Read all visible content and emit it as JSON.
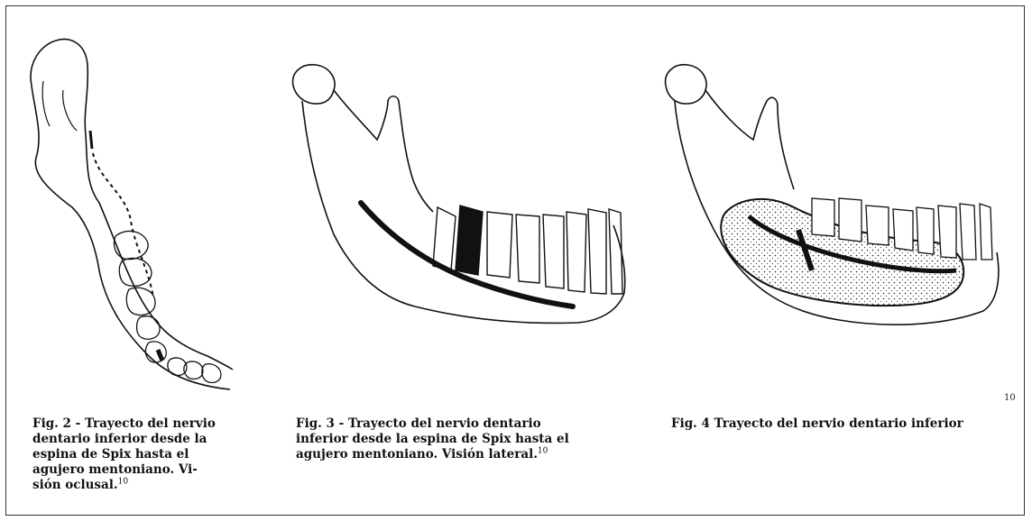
{
  "figures": [
    {
      "id": "fig2",
      "caption_label": "Fig. 2 -",
      "caption_lines": [
        "Trayecto del nervio",
        "dentario inferior desde la",
        "espina de Spix hasta el",
        "agujero mentoniano. Vi-",
        "sión oclusal."
      ],
      "ref": "10"
    },
    {
      "id": "fig3",
      "caption_label": "Fig. 3  -",
      "caption_lines": [
        "Trayecto del nervio dentario",
        "inferior desde la espina de Spix hasta el",
        "agujero mentoniano. Visión lateral."
      ],
      "ref": "10"
    },
    {
      "id": "fig4",
      "caption_label": "Fig. 4",
      "caption_lines": [
        "Trayecto del nervio dentario inferior"
      ],
      "ref": "10"
    }
  ],
  "colors": {
    "ink": "#111111",
    "background": "#ffffff"
  }
}
